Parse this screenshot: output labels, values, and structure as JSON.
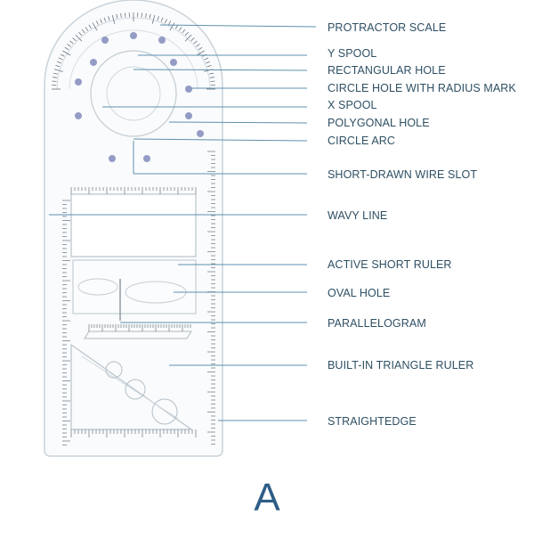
{
  "labels": [
    "PROTRACTOR SCALE",
    "Y SPOOL",
    "RECTANGULAR HOLE",
    "CIRCLE HOLE WITH RADIUS MARK",
    "X SPOOL",
    "POLYGONAL HOLE",
    "CIRCLE ARC",
    "SHORT-DRAWN WIRE SLOT",
    "WAVY LINE",
    "ACTIVE SHORT RULER",
    "OVAL HOLE",
    "PARALLELOGRAM",
    "BUILT-IN TRIANGLE RULER",
    "STRAIGHTEDGE"
  ],
  "caption": "A",
  "colors": {
    "label_text": "#2e4f63",
    "leader_line": "#5f90b0",
    "caption": "#2d5d86",
    "ruler_outline": "#c9d3da",
    "ruler_ticks": "#6b7480",
    "accent_dots": "#7b84b8"
  }
}
